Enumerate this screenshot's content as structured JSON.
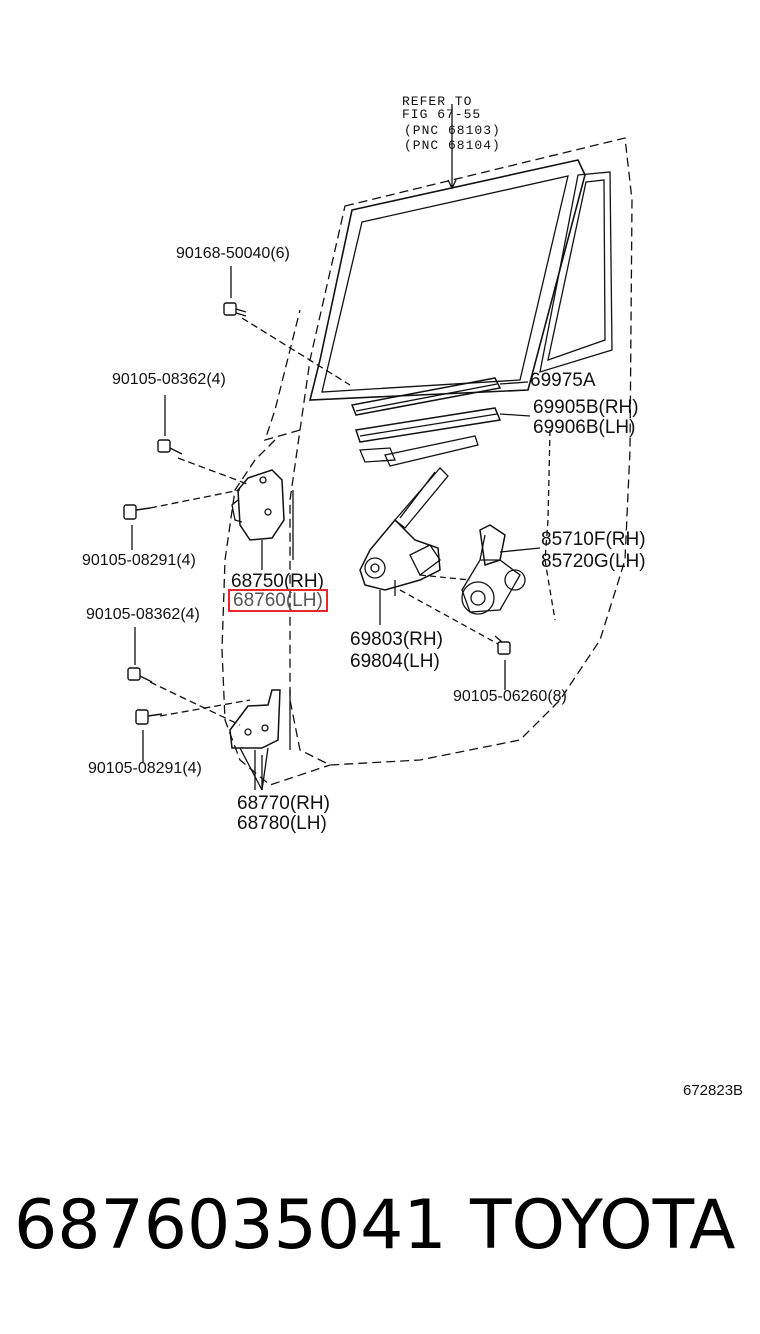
{
  "refer": {
    "line1": "REFER TO",
    "line2": "FIG 67-55",
    "line3": "(PNC 68103)",
    "line4": "(PNC 68104)"
  },
  "labels": {
    "bolt_top": "90168-50040(6)",
    "screw_upper_a": "90105-08362(4)",
    "bolt_upper_b": "90105-08291(4)",
    "hinge_upper_rh": "68750(RH)",
    "hinge_upper_lh": "68760(LH)",
    "screw_lower_a": "90105-08362(4)",
    "bolt_lower_b": "90105-08291(4)",
    "hinge_lower_rh": "68770(RH)",
    "hinge_lower_lh": "68780(LH)",
    "weatherstrip": "69975A",
    "strip_rh": "69905B(RH)",
    "strip_lh": "69906B(LH)",
    "motor_rh": "85710F(RH)",
    "motor_lh": "85720G(LH)",
    "regulator_rh": "69803(RH)",
    "regulator_lh": "69804(LH)",
    "bolt_regulator": "90105-06260(8)"
  },
  "diagram_code": "672823B",
  "footer": {
    "part_number": "6876035041",
    "brand": "TOYOTA"
  },
  "highlight_color": "#e8262b"
}
